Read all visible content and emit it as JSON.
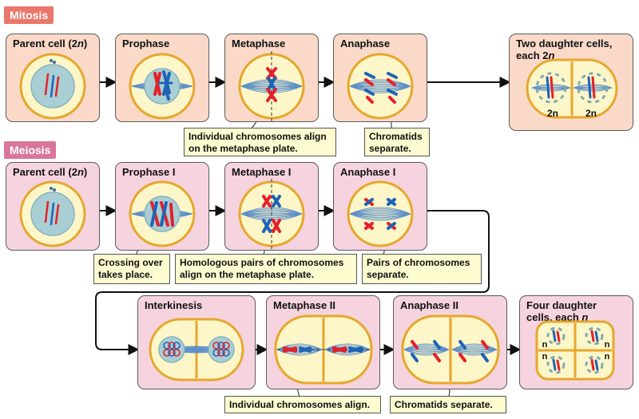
{
  "sections": {
    "mitosis": {
      "label": "Mitosis",
      "color": "#e9776b"
    },
    "meiosis": {
      "label": "Meiosis",
      "color": "#d8779b"
    }
  },
  "panels": [
    {
      "id": "mitosis-parent",
      "title_parts": [
        "Parent cell (2",
        "n",
        ")"
      ]
    },
    {
      "id": "mitosis-prophase",
      "title_parts": [
        "Prophase"
      ]
    },
    {
      "id": "mitosis-metaphase",
      "title_parts": [
        "Metaphase"
      ]
    },
    {
      "id": "mitosis-anaphase",
      "title_parts": [
        "Anaphase"
      ]
    },
    {
      "id": "mitosis-daughters",
      "title_parts": [
        "Two daughter cells,"
      ],
      "title_line2": [
        "each 2",
        "n"
      ],
      "cell_labels": [
        "2n",
        "2n"
      ]
    },
    {
      "id": "meiosis-parent",
      "title_parts": [
        "Parent cell (2",
        "n",
        ")"
      ]
    },
    {
      "id": "meiosis-prophase-1",
      "title_parts": [
        "Prophase I"
      ]
    },
    {
      "id": "meiosis-metaphase-1",
      "title_parts": [
        "Metaphase I"
      ]
    },
    {
      "id": "meiosis-anaphase-1",
      "title_parts": [
        "Anaphase I"
      ]
    },
    {
      "id": "meiosis-interkinesis",
      "title_parts": [
        "Interkinesis"
      ]
    },
    {
      "id": "meiosis-metaphase-2",
      "title_parts": [
        "Metaphase II"
      ]
    },
    {
      "id": "meiosis-anaphase-2",
      "title_parts": [
        "Anaphase II"
      ]
    },
    {
      "id": "meiosis-four-daughters",
      "title_parts": [
        "Four daughter"
      ],
      "title_line2": [
        "cells, each ",
        "n"
      ],
      "cell_labels": [
        "n",
        "n",
        "n",
        "n"
      ]
    }
  ],
  "callouts": [
    {
      "id": "align-metaphase-plate",
      "lines": [
        "Individual chromosomes align",
        "on the metaphase plate."
      ]
    },
    {
      "id": "chromatids-separate-mitosis",
      "lines": [
        "Chromatids",
        "separate."
      ]
    },
    {
      "id": "crossing-over",
      "lines": [
        "Crossing over",
        "takes place."
      ]
    },
    {
      "id": "homologous-pairs-align",
      "lines": [
        "Homologous pairs of chromosomes",
        "align on the metaphase plate."
      ]
    },
    {
      "id": "pairs-separate",
      "lines": [
        "Pairs of chromosomes",
        "separate."
      ]
    },
    {
      "id": "individual-align",
      "lines": [
        "Individual chromosomes align."
      ]
    },
    {
      "id": "chromatids-separate-meiosis",
      "lines": [
        "Chromatids separate."
      ]
    }
  ],
  "colors": {
    "mitosis_panel": "#fad9c8",
    "meiosis_panel": "#f6d4df",
    "cell_fill": "#fdf6c8",
    "cell_stroke": "#e6a72e",
    "nucleus_fill": "#a9cfd5",
    "chromosome_red": "#e5202b",
    "chromosome_blue": "#1f64b5",
    "spindle": "#5c8fc8"
  }
}
